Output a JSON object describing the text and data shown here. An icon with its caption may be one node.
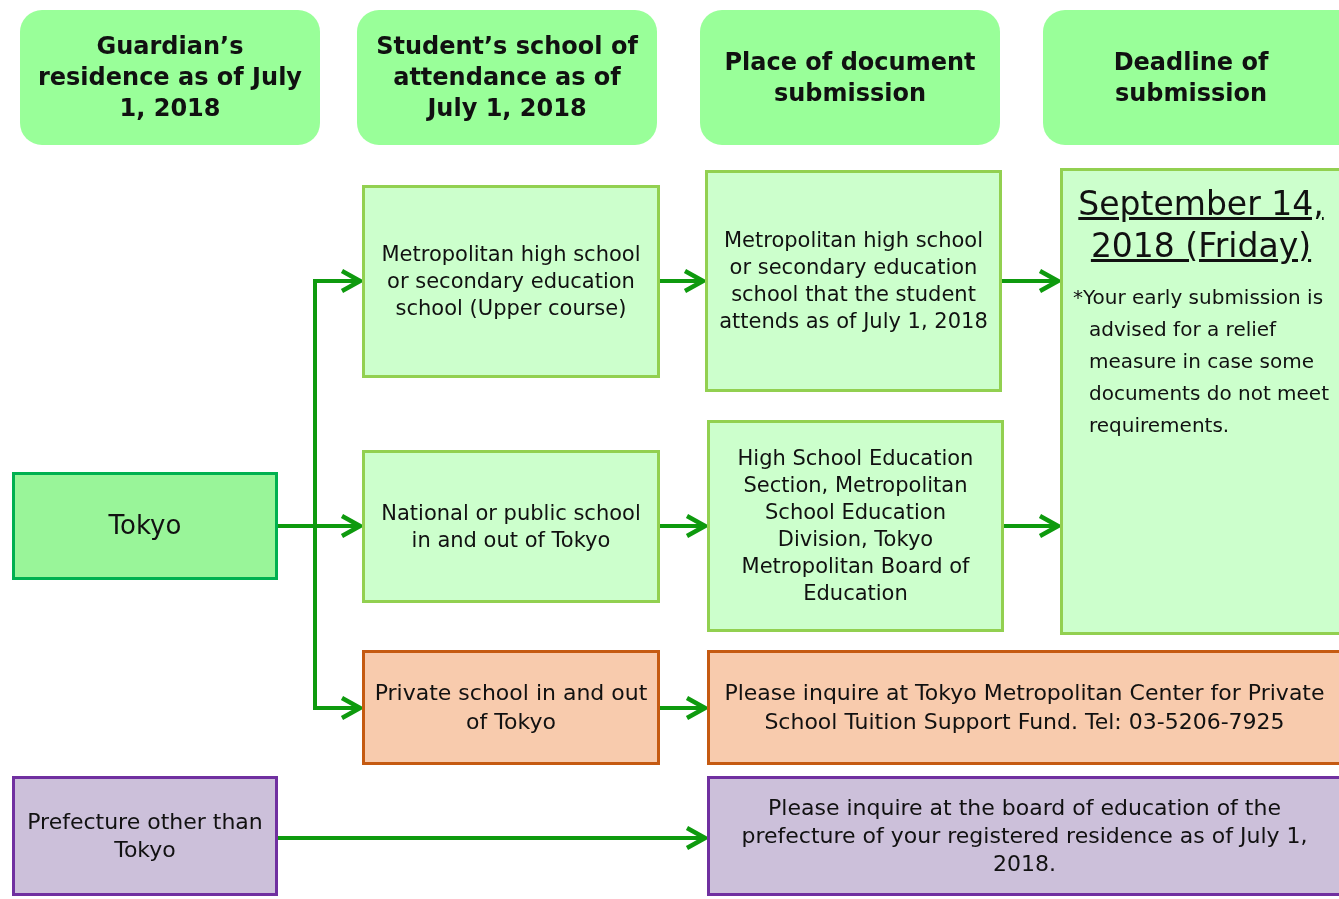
{
  "diagram": {
    "nodes": [
      {
        "text": [
          "Guardian’s residence as of July 1, 2018"
        ]
      },
      {
        "text": [
          "Student’s school of attendance as of July 1, 2018"
        ]
      },
      {
        "text": [
          "Place of document submission"
        ]
      },
      {
        "text": [
          "Deadline of submission"
        ]
      },
      {
        "text": [
          "Metropolitan high school or secondary education school (Upper course)"
        ]
      },
      {
        "text": [
          "Metropolitan high school or secondary education school that the student attends as of July 1, 2018"
        ]
      },
      {
        "text": [
          "September 14, 2018 (Friday)",
          "*Your early submission is advised for a relief measure in case some documents do not meet requirements."
        ]
      },
      {
        "text": [
          "National or public school in and out of Tokyo"
        ]
      },
      {
        "text": [
          "High School Education Section, Metropolitan School Education Division, Tokyo Metropolitan Board of Education"
        ]
      },
      {
        "text": [
          "Tokyo"
        ]
      },
      {
        "text": [
          "Private school in and out of Tokyo"
        ]
      },
      {
        "text": [
          "Please inquire at Tokyo Metropolitan Center for Private School Tuition Support Fund. Tel: 03-5206-7925"
        ]
      },
      {
        "text": [
          "Prefecture other than Tokyo"
        ]
      },
      {
        "text": [
          "Please inquire at the board of education of the prefecture of your registered residence as of July 1, 2018."
        ]
      }
    ],
    "edges": [
      {
        "from": 9,
        "to": 4,
        "arrow": "to"
      },
      {
        "from": 9,
        "to": 7,
        "arrow": "to"
      },
      {
        "from": 9,
        "to": 10,
        "arrow": "to"
      },
      {
        "from": 4,
        "to": 5,
        "arrow": "to"
      },
      {
        "from": 5,
        "to": 6,
        "arrow": "to"
      },
      {
        "from": 7,
        "to": 8,
        "arrow": "to"
      },
      {
        "from": 8,
        "to": 6,
        "arrow": "to"
      },
      {
        "from": 10,
        "to": 11,
        "arrow": "to"
      },
      {
        "from": 12,
        "to": 13,
        "arrow": "to"
      }
    ]
  }
}
